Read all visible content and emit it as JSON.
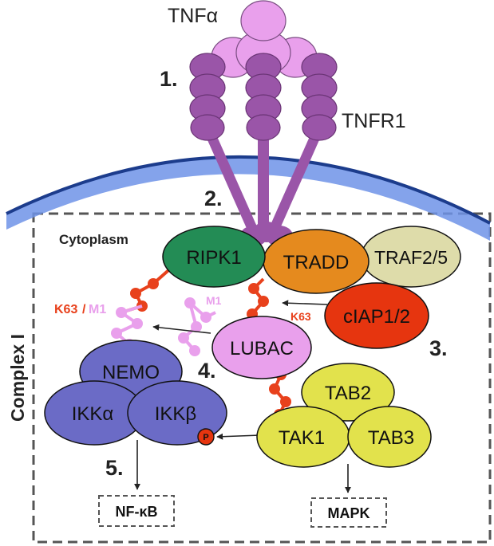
{
  "labels": {
    "tnf_alpha": "TNFα",
    "tnfr1": "TNFR1",
    "cytoplasm": "Cytoplasm",
    "complex_i": "Complex I"
  },
  "steps": [
    "1.",
    "2.",
    "3.",
    "4.",
    "5."
  ],
  "proteins": {
    "ripk1": "RIPK1",
    "tradd": "TRADD",
    "traf": "TRAF2/5",
    "ciap": "cIAP1/2",
    "lubac": "LUBAC",
    "nemo": "NEMO",
    "ikka": "IKKα",
    "ikkb": "IKKβ",
    "tab2": "TAB2",
    "tak1": "TAK1",
    "tab3": "TAB3"
  },
  "ubiquitin": {
    "k63_left": "K63",
    "slash": "/",
    "m1_left": "M1",
    "m1_chain": "M1",
    "k63_right": "K63"
  },
  "phospho": "P",
  "outputs": {
    "nfkb": "NF-κB",
    "mapk": "MAPK"
  },
  "colors": {
    "tnf": "#e9a0ec",
    "receptor": "#9a55a8",
    "membrane": "#6e93e8",
    "membrane_line": "#1c3c8c",
    "ripk1": "#238c55",
    "tradd": "#e58a1e",
    "traf": "#dedcaa",
    "ciap": "#e6350f",
    "lubac": "#e9a0ec",
    "ikk": "#6b6bc6",
    "tak": "#e2e24c",
    "k63": "#e8411c",
    "m1": "#e9a0ec"
  }
}
